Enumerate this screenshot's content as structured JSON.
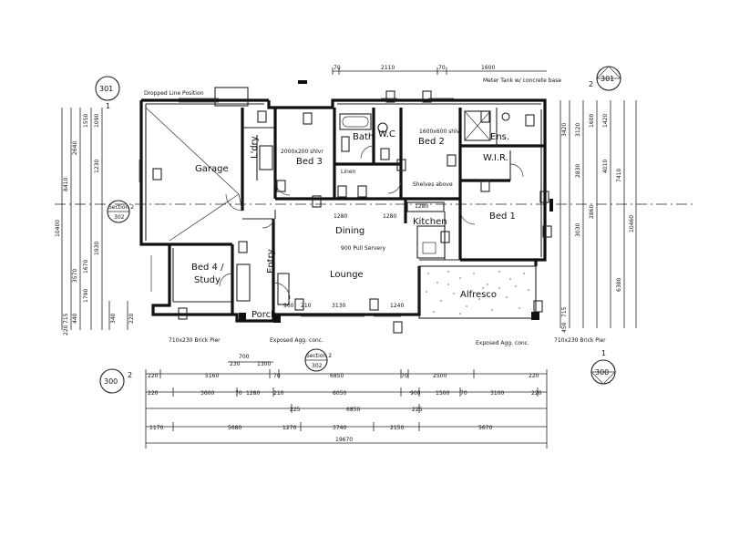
{
  "rooms": {
    "garage": "Garage",
    "ldry": "L'dry",
    "bed3": "Bed 3",
    "bath": "Bath",
    "wc": "W.C",
    "bed2": "Bed 2",
    "ens": "Ens.",
    "wir": "W.I.R.",
    "bed1": "Bed 1",
    "dining": "Dining",
    "kitchen": "Kitchen",
    "lounge": "Lounge",
    "alfresco": "Alfresco",
    "bed4_line1": "Bed 4 /",
    "bed4_line2": "Study",
    "entry": "Entry",
    "porch": "Porch",
    "linen": "Linen",
    "shelves": "Shelves above"
  },
  "notes": {
    "setback": "Dropped Line Position",
    "meter": "Meter Tank w/ concrete base",
    "robe3": "2000x200 shlvr",
    "robe2": "1600x600 shlvr",
    "bar": "900 Pull Servery",
    "porch_pier": "710x230 Brick Pier",
    "alfresco_pier": "710x230 Brick Pier",
    "exp_agg_left": "Exposed Agg. conc.",
    "exp_agg_right": "Exposed Agg. conc."
  },
  "markers": {
    "m301_top_left": "301",
    "m301_top_right": "301",
    "m300_left": "300",
    "m300_right": "300",
    "mark_1_left": "1",
    "mark_2_left": "2",
    "mark_2_right": "2",
    "mark_1_right": "1",
    "section_left": "Section 2",
    "section_left_ref": "302",
    "section_bottom": "Section 2",
    "section_bottom_ref": "302"
  },
  "dims_bottom": {
    "row1": [
      "700",
      "230",
      "1300"
    ],
    "row2": [
      "220",
      "5160",
      "70",
      "6850",
      "70",
      "2500",
      "220"
    ],
    "row3": [
      "220",
      "3600",
      "70",
      "1280",
      "210",
      "6050",
      "900",
      "1500",
      "70",
      "3100",
      "220"
    ],
    "row4": [
      "225",
      "6850",
      "225"
    ],
    "row5": [
      "1170",
      "5680",
      "1270",
      "3740",
      "2150",
      "5670"
    ],
    "total": "19670"
  },
  "dims_right": [
    "3420",
    "3120",
    "2830",
    "1600",
    "1420",
    "4010",
    "7410",
    "2860",
    "3030",
    "6380",
    "715",
    "450",
    "10460"
  ],
  "dims_left": [
    "8410",
    "10400",
    "1550",
    "1090",
    "1230",
    "2640",
    "3570",
    "1670",
    "1790",
    "1930",
    "715",
    "220",
    "440",
    "340",
    "220"
  ],
  "dims_top": [
    "70",
    "2110",
    "70",
    "1600"
  ],
  "dims_inner": {
    "dining_left": "1280",
    "dining_right": "1280",
    "lounge_a": "3130",
    "lounge_b": "1240",
    "kitchen_w": "1280",
    "entry_a": "960",
    "entry_b": "210"
  }
}
